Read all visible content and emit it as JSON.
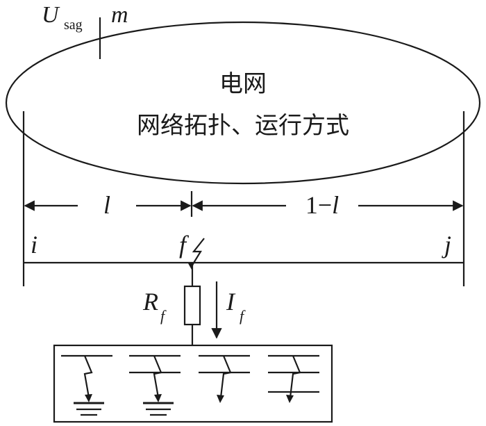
{
  "grid": {
    "title": "电网",
    "subtitle": "网络拓扑、运行方式"
  },
  "labels": {
    "u_sag_main": "U",
    "u_sag_sub": "sag",
    "bus_m": "m",
    "node_i": "i",
    "node_f": "f",
    "node_j": "j",
    "dist_left": "l",
    "dist_right_prefix": "1−",
    "dist_right_var": "l",
    "fault_resistance_main": "R",
    "fault_resistance_sub": "f",
    "fault_current_main": "I",
    "fault_current_sub": "f"
  },
  "fault_types": [
    "single-phase-to-ground",
    "two-phase-to-ground",
    "two-phase",
    "three-phase"
  ]
}
